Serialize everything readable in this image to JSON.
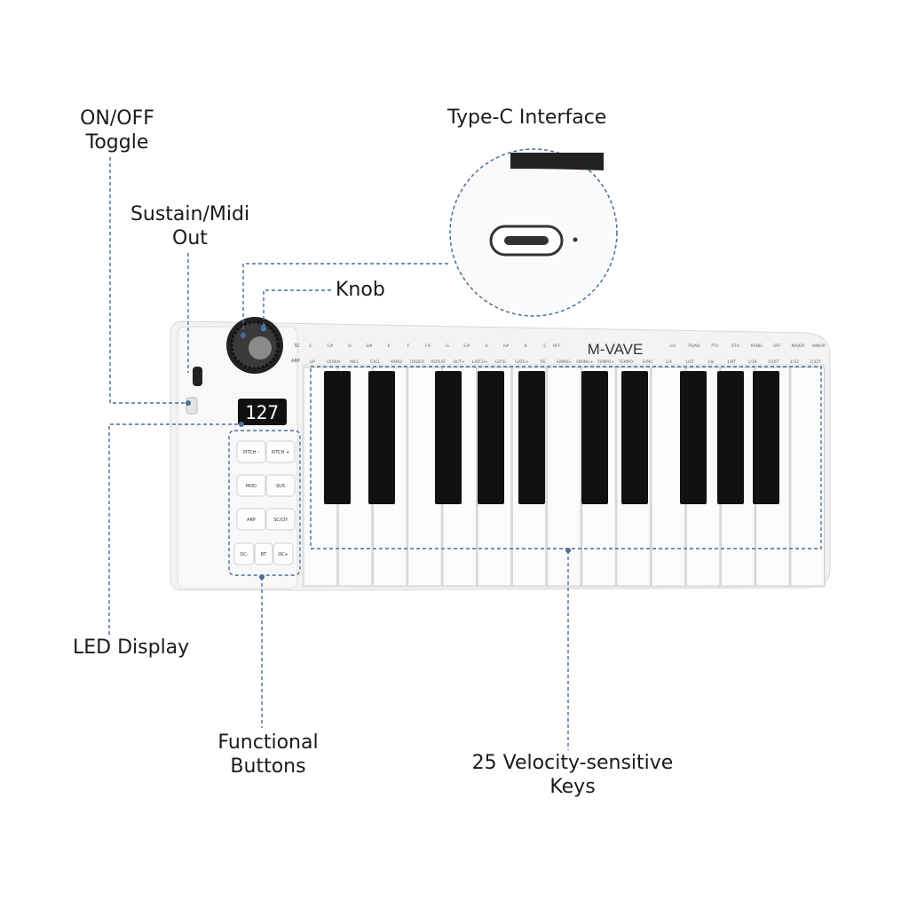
{
  "labels": {
    "on_off_1": "ON/OFF",
    "on_off_2": "Toggle",
    "sustain_1": "Sustain/Midi",
    "sustain_2": "Out",
    "knob": "Knob",
    "typec": "Type-C Interface",
    "led": "LED Display",
    "func_1": "Functional",
    "func_2": "Buttons",
    "keys_1": "25 Velocity-sensitive",
    "keys_2": "Keys"
  },
  "device": {
    "brand": "M-VAVE",
    "led_value": "127",
    "buttons": [
      "PITCH -",
      "PITCH +",
      "MOD",
      "SUS",
      "ARP",
      "SC/CH",
      "OC-",
      "BT",
      "OC+"
    ],
    "sc_label": "SC",
    "arp_label": "ARP",
    "key_notes": [
      "C",
      "C#",
      "D",
      "D#",
      "E",
      "F",
      "F#",
      "G",
      "G#",
      "A",
      "A#",
      "B",
      "C",
      "OFF",
      "CH",
      "TRIAD",
      "7TH",
      "9TH",
      "RAND",
      "OFF",
      "MAJOR",
      "MINOR"
    ],
    "key_functions": [
      "UP",
      "DOWN",
      "INCL",
      "EXCL",
      "RAND",
      "ORDER",
      "REPEAT",
      "OCT+",
      "LATCH+",
      "GATE-",
      "GATE+",
      "TIE",
      "SWING-",
      "SWING+",
      "TEMPO+",
      "TEMPO-",
      "SYNC",
      "1/4",
      "1/4T",
      "1/8",
      "1/8T",
      "1/16",
      "1/16T",
      "1/32",
      "1/32T"
    ]
  },
  "colors": {
    "callout_line": "#4a6f96",
    "body": "#f4f4f4",
    "black_key": "#111111"
  }
}
